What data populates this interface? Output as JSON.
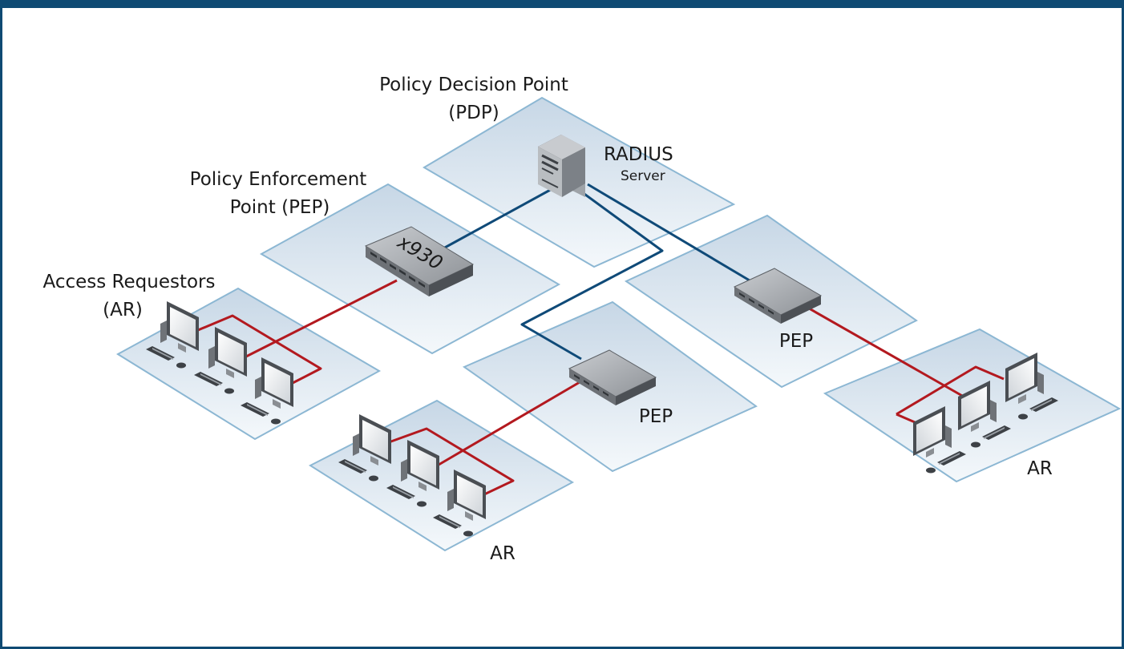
{
  "labels": {
    "pdp_line1": "Policy Decision Point",
    "pdp_line2": "(PDP)",
    "radius": "RADIUS",
    "server": "Server",
    "pep_main_line1": "Policy Enforcement",
    "pep_main_line2": "Point (PEP)",
    "ar_main_line1": "Access Requestors",
    "ar_main_line2": "(AR)",
    "switch_model": "x930",
    "pep_mid": "PEP",
    "pep_right": "PEP",
    "ar_bottom": "AR",
    "ar_right": "AR"
  },
  "colors": {
    "frame": "#0f4a73",
    "uplink": "#0f4a78",
    "access_link": "#b3191f",
    "platform_edge": "#8cb7d3"
  },
  "icons": [
    "server-icon",
    "switch-icon",
    "computer-icon"
  ]
}
